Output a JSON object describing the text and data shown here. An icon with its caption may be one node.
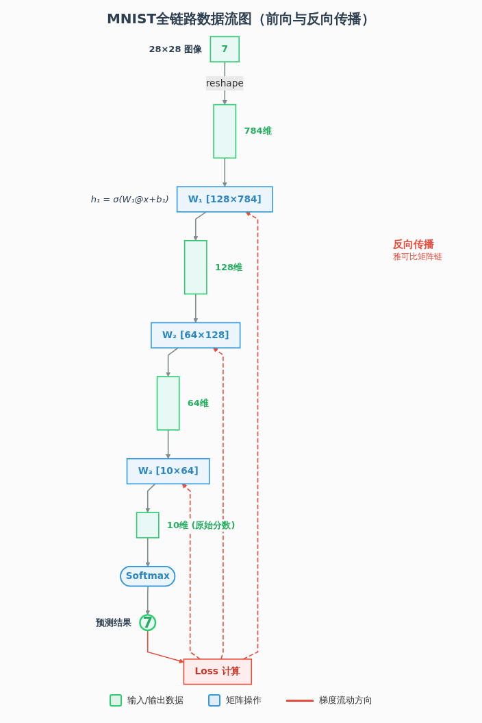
{
  "diagram": {
    "title": "MNIST全链路数据流图（前向与反向传播）",
    "nodes": [
      {
        "text": [
          "7"
        ],
        "beside": [
          "28×28 图像"
        ]
      },
      {
        "text": [],
        "shape": "bar",
        "beside": [
          "784维"
        ]
      },
      {
        "text": [
          "W₁ [128×784]"
        ],
        "beside": [
          "h₁ = σ(W₁@x+b₁)"
        ]
      },
      {
        "text": [],
        "shape": "bar",
        "beside": [
          "128维"
        ]
      },
      {
        "text": [
          "W₂ [64×128]"
        ]
      },
      {
        "text": [],
        "shape": "bar",
        "beside": [
          "64维"
        ]
      },
      {
        "text": [
          "W₃ [10×64]"
        ]
      },
      {
        "text": [],
        "shape": "box",
        "beside": [
          "10维 (原始分数)"
        ]
      },
      {
        "text": [
          "Softmax"
        ]
      },
      {
        "text": [
          "7"
        ],
        "beside": [
          "预测结果"
        ]
      },
      {
        "text": [
          "Loss 计算"
        ]
      }
    ],
    "edges": [
      {
        "from": 0,
        "to": 1,
        "arrow": "to",
        "label": "reshape"
      },
      {
        "from": 1,
        "to": 2,
        "arrow": "to"
      },
      {
        "from": 2,
        "to": 3,
        "arrow": "to"
      },
      {
        "from": 3,
        "to": 4,
        "arrow": "to"
      },
      {
        "from": 4,
        "to": 5,
        "arrow": "to"
      },
      {
        "from": 5,
        "to": 6,
        "arrow": "to"
      },
      {
        "from": 6,
        "to": 7,
        "arrow": "to"
      },
      {
        "from": 7,
        "to": 8,
        "arrow": "to"
      },
      {
        "from": 8,
        "to": 9,
        "arrow": "to"
      },
      {
        "from": 9,
        "to": 10,
        "arrow": "to",
        "color": "#e74c3c"
      },
      {
        "from": 10,
        "to": 2,
        "arrow": "to",
        "style": "dashed",
        "color": "#e74c3c"
      },
      {
        "from": 10,
        "to": 4,
        "arrow": "to",
        "style": "dashed",
        "color": "#e74c3c"
      },
      {
        "from": 10,
        "to": 6,
        "arrow": "to",
        "style": "dashed",
        "color": "#e74c3c"
      }
    ],
    "labels": [
      "反向传播",
      "雅可比矩阵链"
    ],
    "legend": [
      {
        "text": "输入/输出数据",
        "color": "#2ecc71"
      },
      {
        "text": "矩阵操作",
        "color": "#3498db"
      },
      {
        "text": "梯度流动方向"
      }
    ]
  }
}
